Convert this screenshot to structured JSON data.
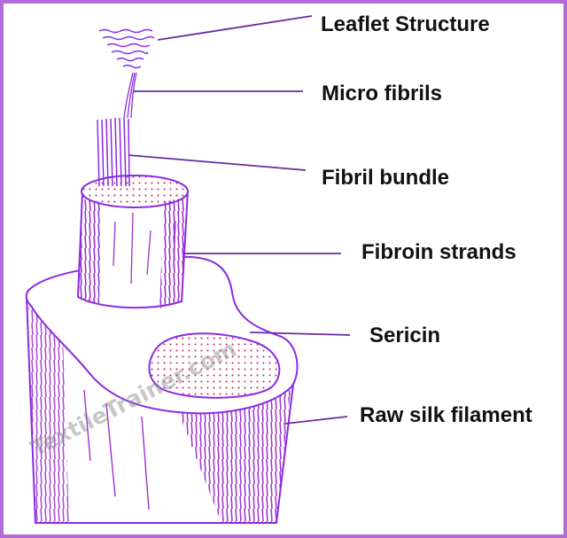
{
  "diagram": {
    "labels": [
      {
        "id": "leaflet",
        "text": "Leaflet Structure"
      },
      {
        "id": "microfibrils",
        "text": "Micro fibrils"
      },
      {
        "id": "fibril_bundle",
        "text": "Fibril bundle"
      },
      {
        "id": "fibroin_strands",
        "text": "Fibroin strands"
      },
      {
        "id": "sericin",
        "text": "Sericin"
      },
      {
        "id": "raw_silk",
        "text": "Raw silk filament"
      }
    ],
    "watermark": "TextileTrainer.com"
  },
  "colors": {
    "border": "#b46bd8",
    "ink": "#8a2be2",
    "shade": "#9b30d0",
    "leader": "#6a2aa0",
    "text": "#111111"
  }
}
